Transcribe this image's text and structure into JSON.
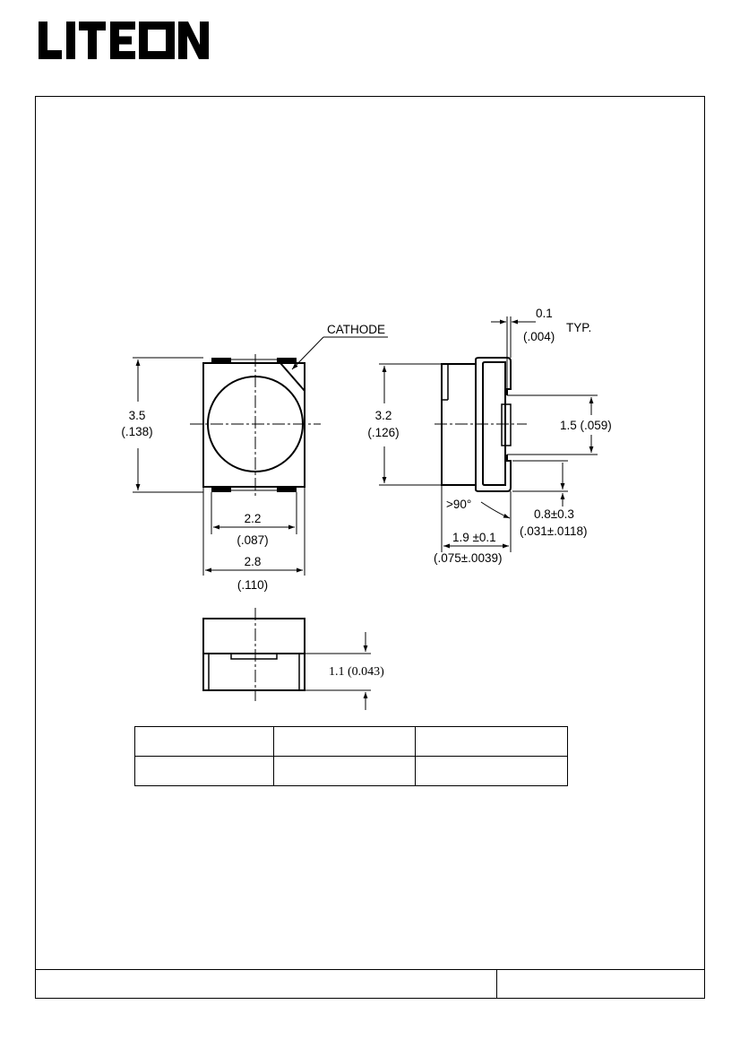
{
  "brand": {
    "logo_text": "LITEON"
  },
  "drawing": {
    "cathode_label": "CATHODE",
    "front_view": {
      "height_mm": "3.5",
      "height_in": "(.138)",
      "pad_width_mm": "2.2",
      "pad_width_in": "(.087)",
      "body_width_mm": "2.8",
      "body_width_in": "(.110)"
    },
    "side_view": {
      "lead_thickness_mm": "0.1",
      "lead_thickness_in": "(.004)",
      "typ_label": "TYP.",
      "height_mm": "3.2",
      "height_in": "(.126)",
      "terminal_width": "1.5 (.059)",
      "angle_label": ">90°",
      "terminal_length": "0.8±0.3",
      "terminal_length_in": "(.031±.0118)",
      "depth": "1.9 ±0.1",
      "depth_in": "(.075±.0039)"
    },
    "bottom_view": {
      "thickness": "1.1 (0.043)"
    }
  },
  "spec_table": {
    "rows": [
      [
        "",
        "",
        ""
      ],
      [
        "",
        "",
        ""
      ]
    ]
  },
  "footer": {
    "cells": [
      "",
      ""
    ]
  }
}
